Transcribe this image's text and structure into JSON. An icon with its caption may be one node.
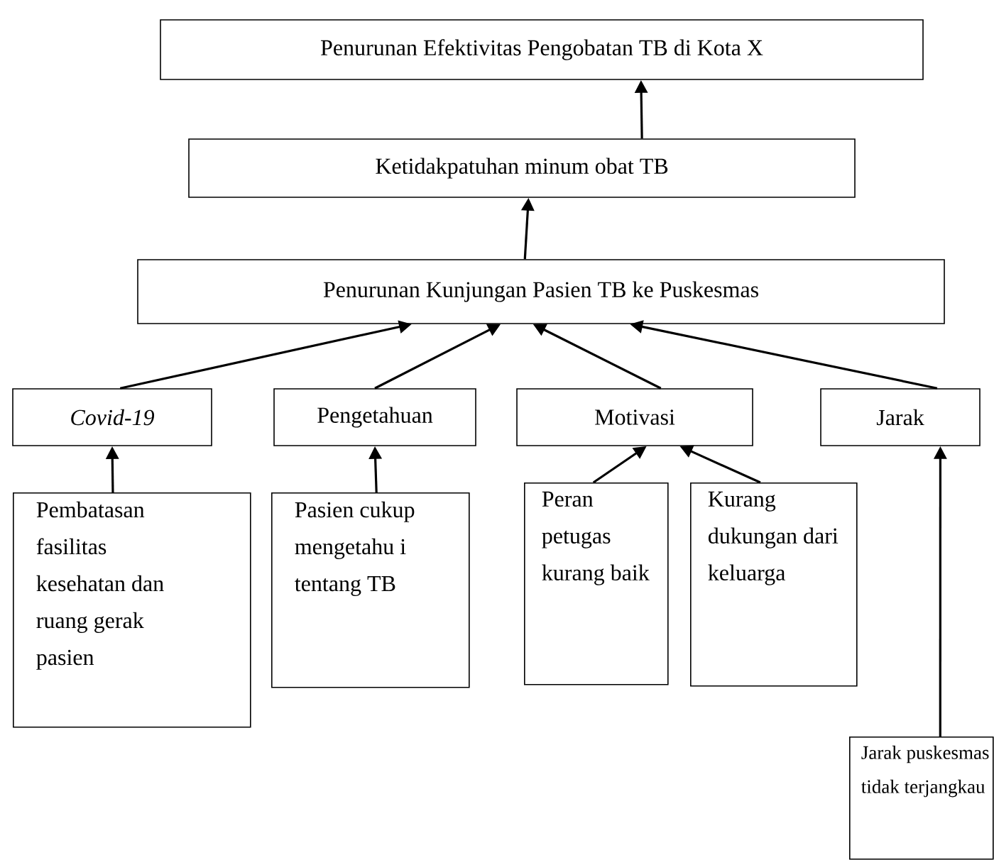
{
  "diagram": {
    "nodes": [
      {
        "text": [
          "Penurunan Efektivitas Pengobatan TB di Kota X"
        ]
      },
      {
        "text": [
          "Ketidakpatuhan minum obat TB"
        ]
      },
      {
        "text": [
          "Penurunan Kunjungan Pasien TB ke Puskesmas"
        ]
      },
      {
        "text": [
          "Covid-19"
        ]
      },
      {
        "text": [
          "Pengetahuan"
        ]
      },
      {
        "text": [
          "Motivasi"
        ]
      },
      {
        "text": [
          "Jarak"
        ]
      },
      {
        "text": [
          "Pembatasan fasilitas kesehatan dan ruang gerak pasien"
        ]
      },
      {
        "text": [
          "Pasien cukup mengetahu i tentang TB"
        ]
      },
      {
        "text": [
          "Peran petugas kurang baik"
        ]
      },
      {
        "text": [
          "Kurang dukungan dari keluarga"
        ]
      },
      {
        "text": [
          "Jarak puskesmas tidak terjangkau"
        ]
      }
    ],
    "edges": [
      {
        "from": 1,
        "to": 0,
        "arrow": "to"
      },
      {
        "from": 2,
        "to": 1,
        "arrow": "to"
      },
      {
        "from": 3,
        "to": 2,
        "arrow": "to"
      },
      {
        "from": 4,
        "to": 2,
        "arrow": "to"
      },
      {
        "from": 5,
        "to": 2,
        "arrow": "to"
      },
      {
        "from": 6,
        "to": 2,
        "arrow": "to"
      },
      {
        "from": 7,
        "to": 3,
        "arrow": "to"
      },
      {
        "from": 8,
        "to": 4,
        "arrow": "to"
      },
      {
        "from": 9,
        "to": 5,
        "arrow": "to"
      },
      {
        "from": 10,
        "to": 5,
        "arrow": "to"
      },
      {
        "from": 11,
        "to": 6,
        "arrow": "to"
      }
    ]
  }
}
